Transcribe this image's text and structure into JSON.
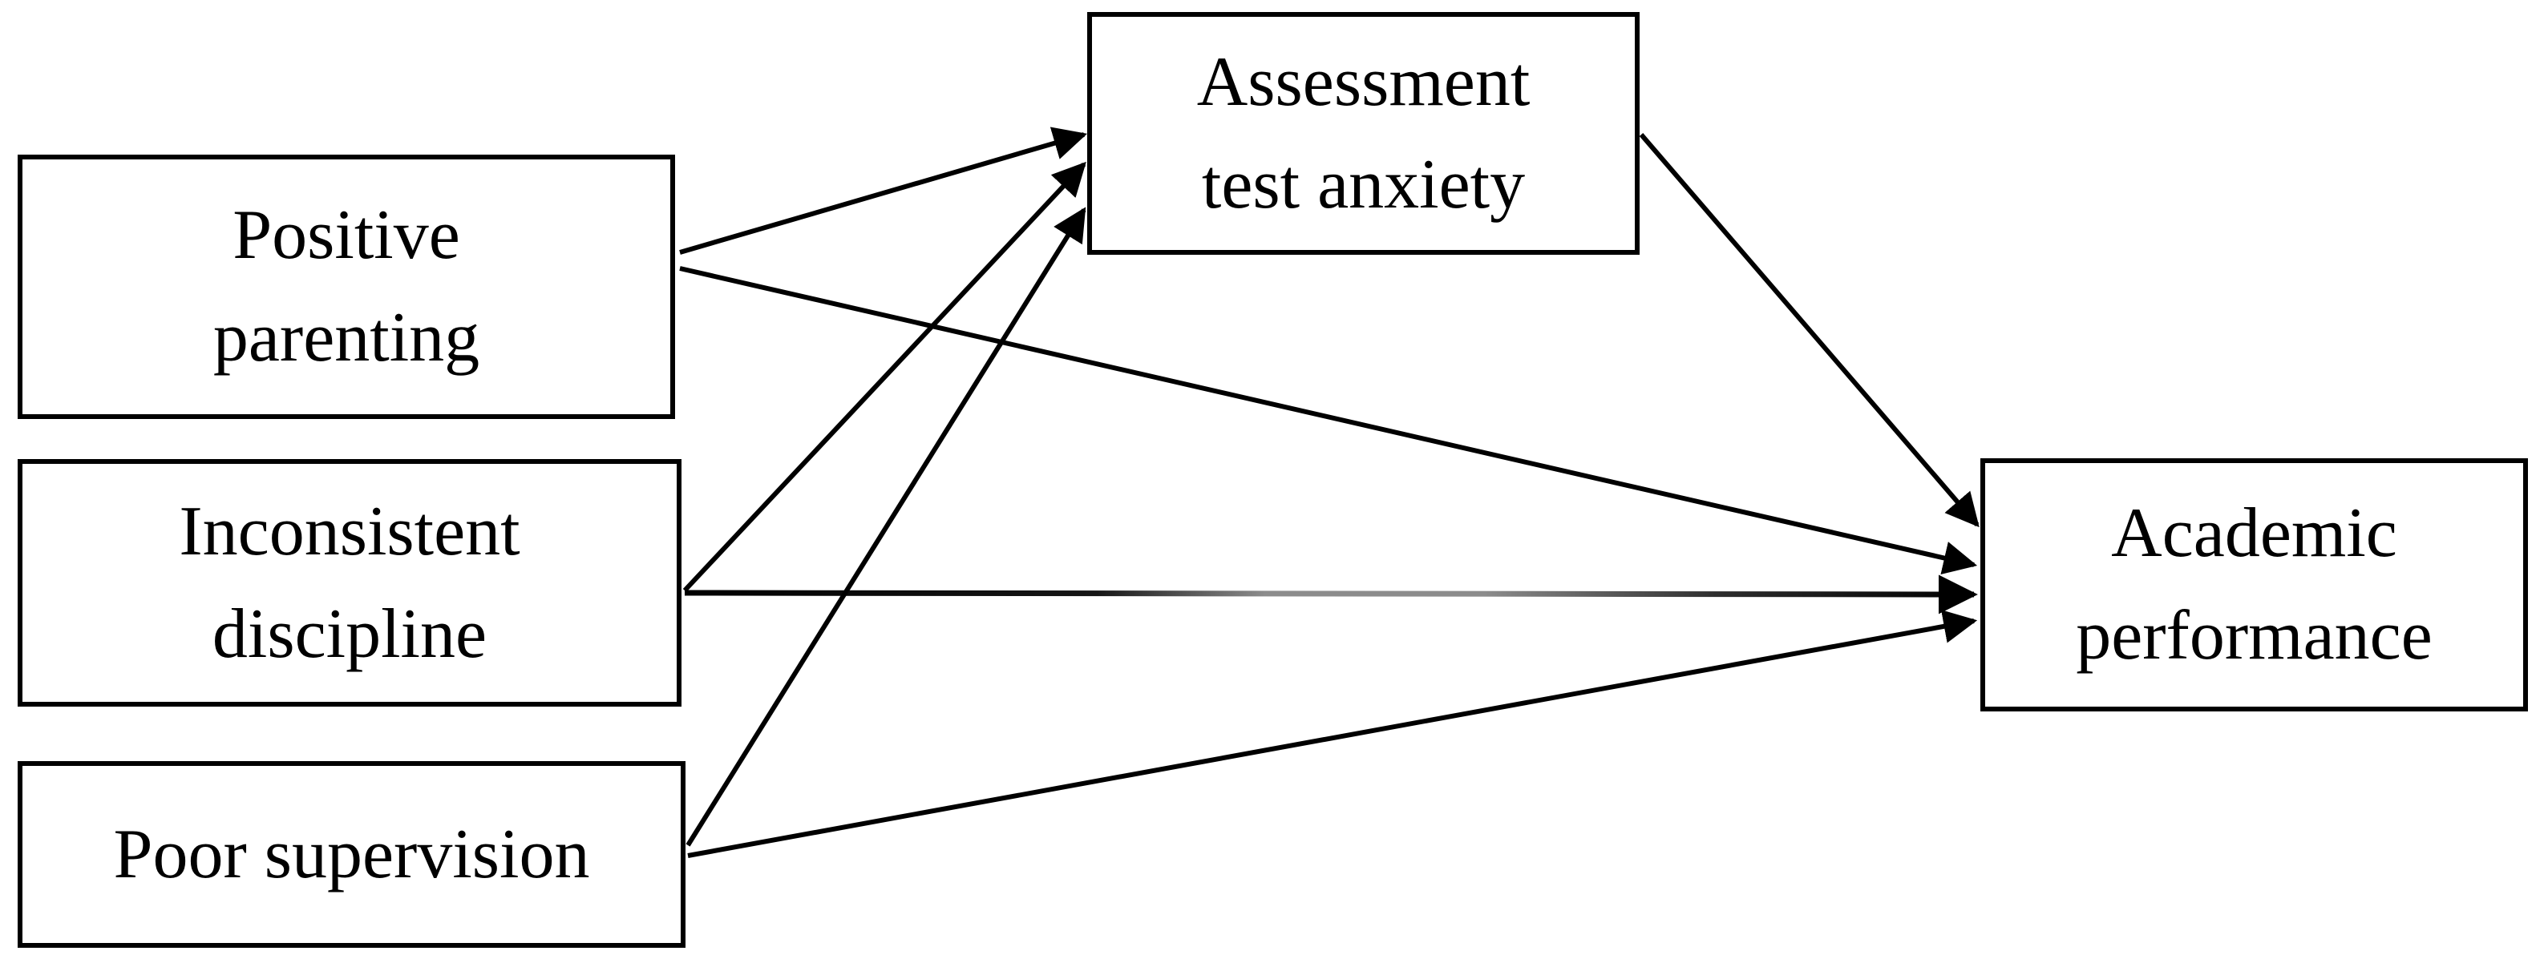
{
  "figure": {
    "type": "path-diagram",
    "background_color": "#ffffff",
    "line_color": "#000000",
    "gray_line_color": "#8c8c8c",
    "nodes": {
      "positive_parenting": {
        "label": "Positive parenting",
        "lines": [
          "Positive",
          "parenting"
        ]
      },
      "inconsistent_discipline": {
        "label": "Inconsistent discipline",
        "lines": [
          "Inconsistent",
          "discipline"
        ]
      },
      "poor_supervision": {
        "label": "Poor supervision",
        "lines": [
          "Poor supervision"
        ]
      },
      "assessment_test_anxiety": {
        "label": "Assessment test anxiety",
        "lines": [
          "Assessment",
          "test anxiety"
        ]
      },
      "academic_performance": {
        "label": "Academic performance",
        "lines": [
          "Academic",
          "performance"
        ]
      }
    },
    "edges": [
      {
        "from": "positive_parenting",
        "to": "assessment_test_anxiety",
        "tone": "black"
      },
      {
        "from": "positive_parenting",
        "to": "academic_performance",
        "tone": "black"
      },
      {
        "from": "inconsistent_discipline",
        "to": "assessment_test_anxiety",
        "tone": "black"
      },
      {
        "from": "inconsistent_discipline",
        "to": "academic_performance",
        "tone": "gray"
      },
      {
        "from": "poor_supervision",
        "to": "assessment_test_anxiety",
        "tone": "black"
      },
      {
        "from": "poor_supervision",
        "to": "academic_performance",
        "tone": "black"
      },
      {
        "from": "assessment_test_anxiety",
        "to": "academic_performance",
        "tone": "black"
      }
    ]
  }
}
